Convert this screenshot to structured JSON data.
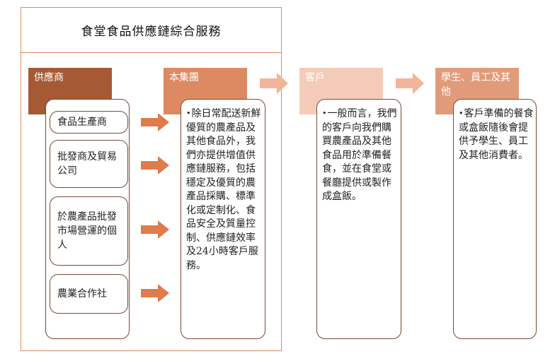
{
  "title": "食堂食品供應鏈綜合服務",
  "columns": {
    "supplier": {
      "header": "供應商"
    },
    "group": {
      "header": "本集團",
      "bullet": "•",
      "text": "除日常配送新鮮優質的農產品及其他食品外，我們亦提供增值供應鏈服務，包括穩定及優質的農產品採購、標準化或定制化、食品安全及質量控制、供應鏈效率及24小時客戶服務。"
    },
    "customer": {
      "header": "客戶",
      "bullet": "•",
      "text": "一般而言，我們的客戶向我們購買農產品及其他食品用於準備餐食，並在食堂或餐廳提供或製作成盒飯。"
    },
    "students": {
      "header": "學生、員工及其他",
      "bullet": "•",
      "text": "客戶準備的餐食或盒飯隨後會提供予學生、員工及其他消費者。"
    }
  },
  "supplier_items": [
    {
      "label": "食品生產商"
    },
    {
      "label": "批發商及貿易公司"
    },
    {
      "label": "於農產品批發市場營運的個人"
    },
    {
      "label": "農業合作社"
    }
  ],
  "colors": {
    "dark_brown": "#a55a34",
    "orange": "#dd8a62",
    "light_peach": "#f4cbb8",
    "salmon": "#e29b7a",
    "arrow_solid": "#e07b4c",
    "arrow_light": "#f2b49a",
    "outline": "#7a4a35"
  },
  "icons": {
    "flow_arrow": "right-arrow-icon"
  }
}
